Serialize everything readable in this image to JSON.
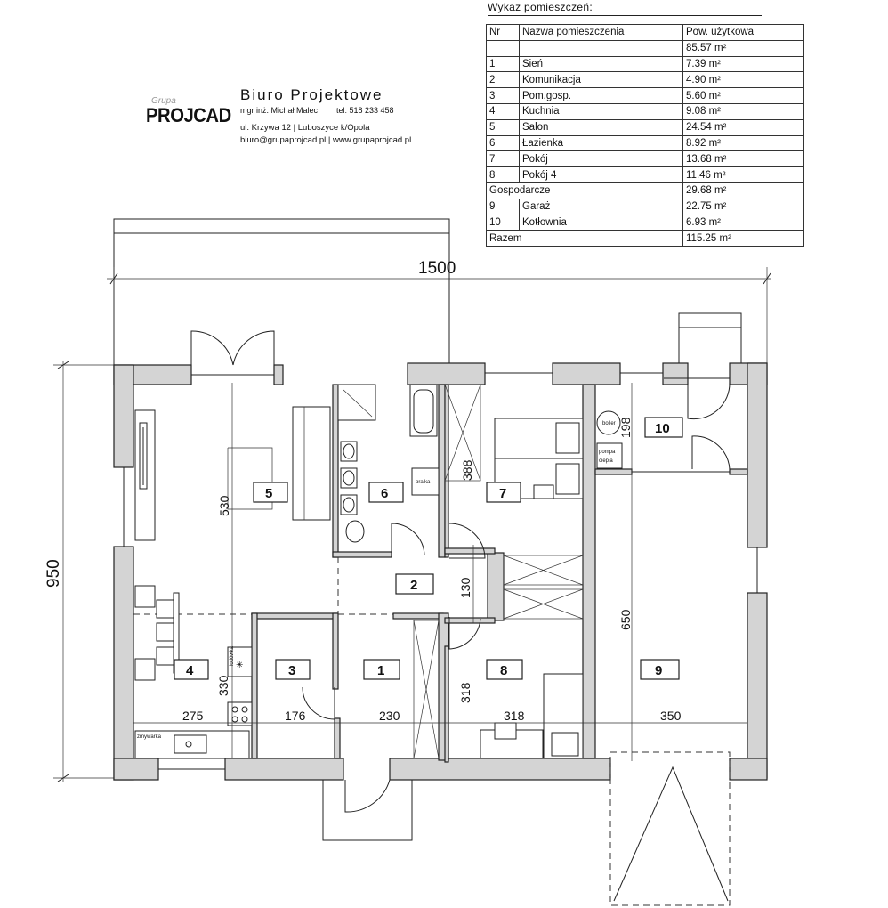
{
  "schedule": {
    "title": "Wykaz pomieszczeń:",
    "header": {
      "nr": "Nr",
      "name": "Nazwa pomieszczenia",
      "area": "Pow. użytkowa"
    },
    "total_living": "85.57 m²",
    "rooms": [
      {
        "nr": "1",
        "name": "Sień",
        "area": "7.39 m²"
      },
      {
        "nr": "2",
        "name": "Komunikacja",
        "area": "4.90 m²"
      },
      {
        "nr": "3",
        "name": "Pom.gosp.",
        "area": "5.60 m²"
      },
      {
        "nr": "4",
        "name": "Kuchnia",
        "area": "9.08 m²"
      },
      {
        "nr": "5",
        "name": "Salon",
        "area": "24.54 m²"
      },
      {
        "nr": "6",
        "name": "Łazienka",
        "area": "8.92 m²"
      },
      {
        "nr": "7",
        "name": "Pokój",
        "area": "13.68 m²"
      },
      {
        "nr": "8",
        "name": "Pokój 4",
        "area": "11.46 m²"
      }
    ],
    "utility_label": "Gospodarcze",
    "utility_area": "29.68 m²",
    "utility_rooms": [
      {
        "nr": "9",
        "name": "Garaż",
        "area": "22.75 m²"
      },
      {
        "nr": "10",
        "name": "Kotłownia",
        "area": "6.93 m²"
      }
    ],
    "sum_label": "Razem",
    "sum_area": "115.25 m²"
  },
  "company": {
    "logo_small": "Grupa",
    "logo_main": "PROJCAD",
    "name": "Biuro Projektowe",
    "person": "mgr inż. Michał Malec",
    "phone": "tel: 518 233 458",
    "address": "ul. Krzywa 12  |  Luboszyce k/Opola",
    "contact": "biuro@grupaprojcad.pl  |  www.grupaprojcad.pl"
  },
  "plan": {
    "overall_width": "1500",
    "overall_depth": "950",
    "rooms": {
      "r1": "1",
      "r2": "2",
      "r3": "3",
      "r4": "4",
      "r5": "5",
      "r6": "6",
      "r7": "7",
      "r8": "8",
      "r9": "9",
      "r10": "10"
    },
    "dims": {
      "d530": "530",
      "d388": "388",
      "d198": "198",
      "d130": "130",
      "d650": "650",
      "d330": "330",
      "d318v": "318",
      "d275": "275",
      "d176": "176",
      "d230": "230",
      "d318h": "318",
      "d350": "350"
    },
    "labels": {
      "washer": "pralka",
      "boiler": "bojler",
      "heat_pump_1": "pompa",
      "heat_pump_2": "ciepła",
      "dishwasher": "zmywarka",
      "fridge": "lodówka"
    }
  }
}
